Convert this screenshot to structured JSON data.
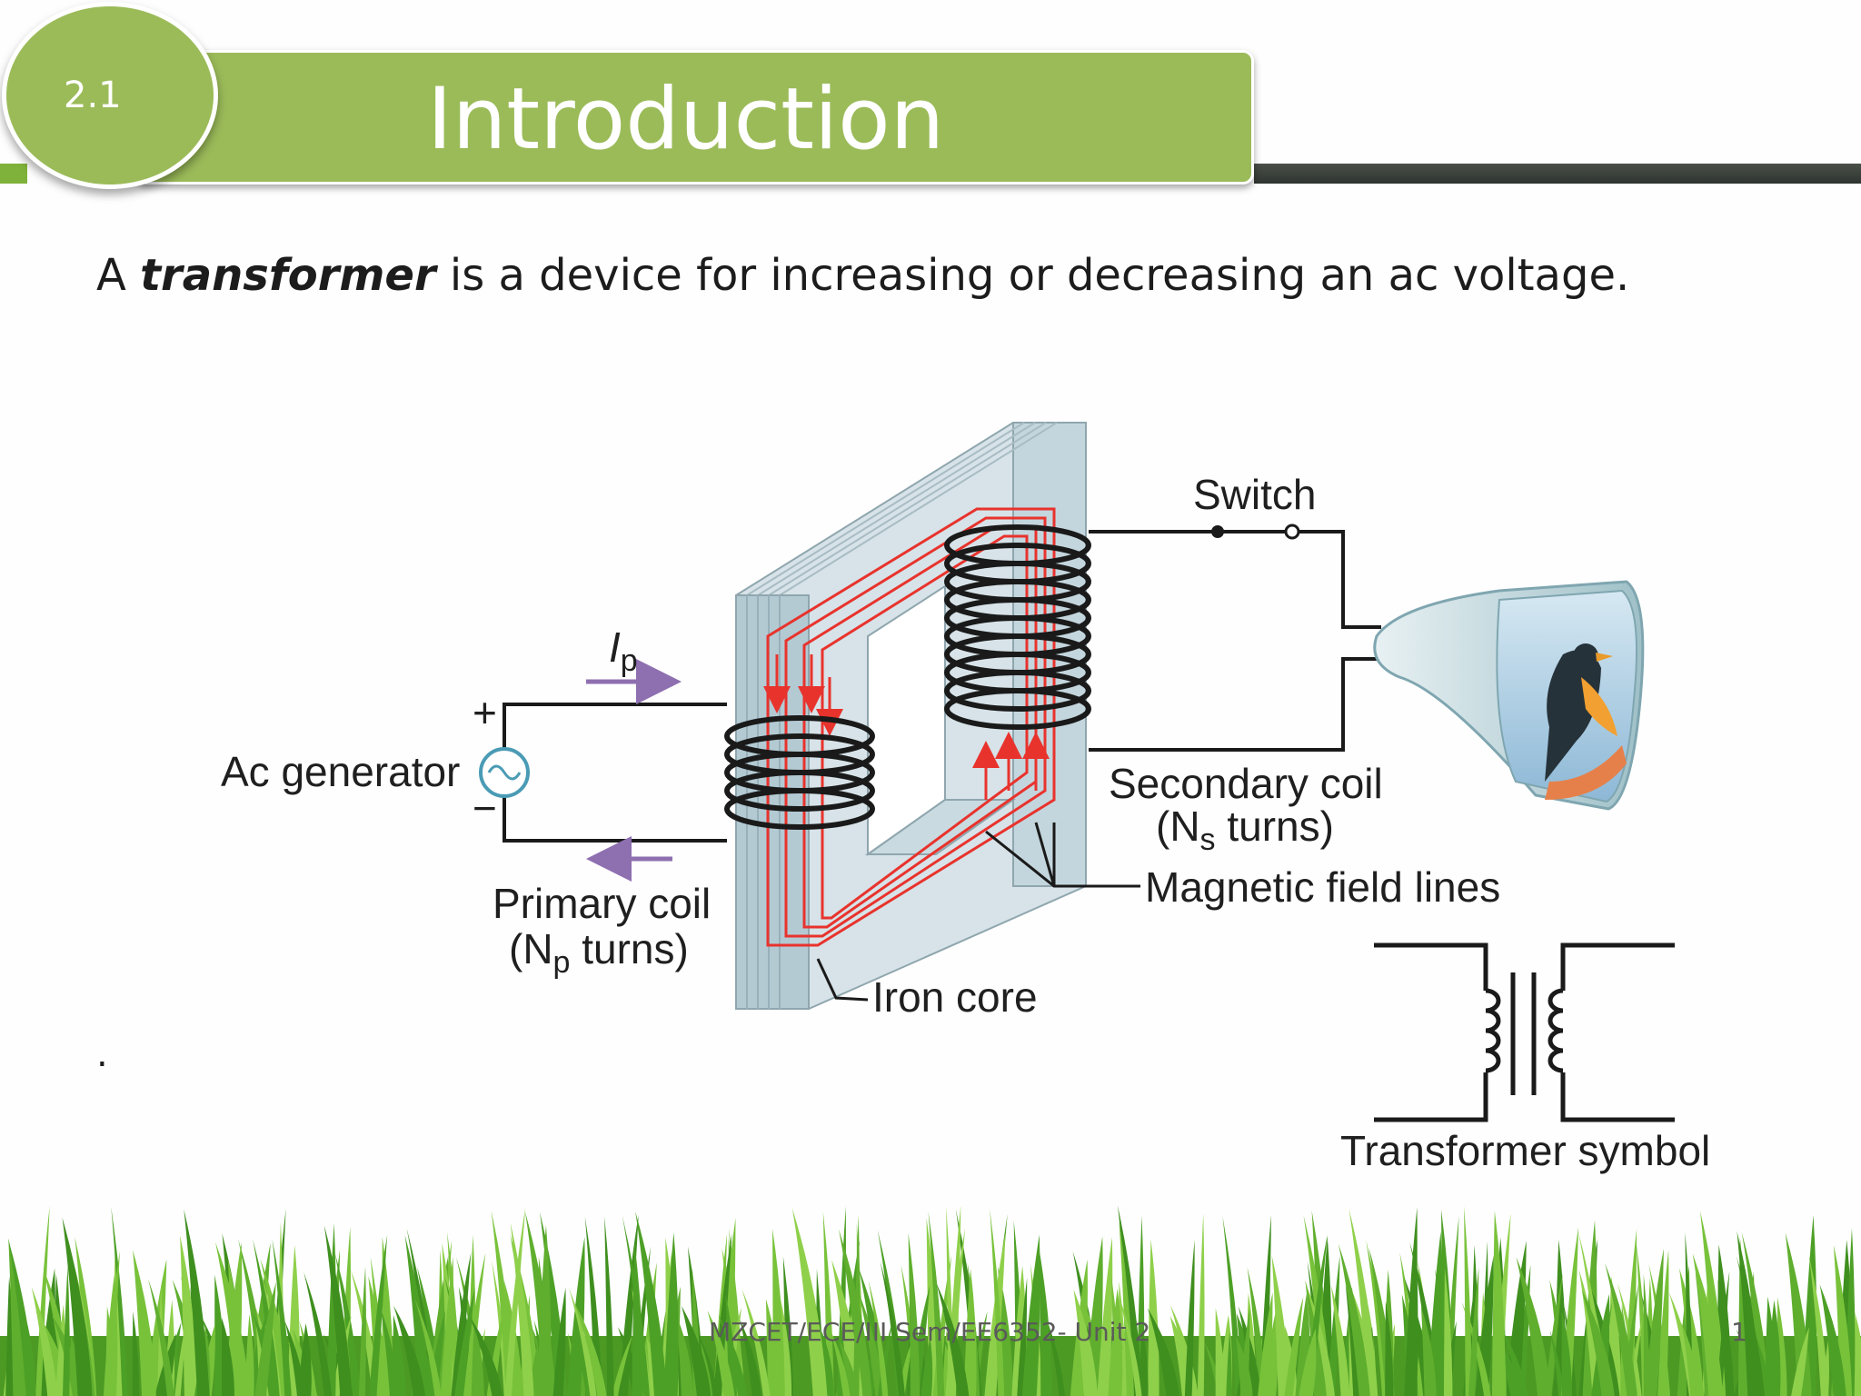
{
  "slide": {
    "section_number": "2.1",
    "title": "Introduction",
    "intro_prefix": "A ",
    "intro_term": "transformer",
    "intro_suffix": " is a device for increasing or decreasing an ac voltage.",
    "bullet": ".",
    "footer": "MZCET/ECE/III Sem/EE6352- Unit 2",
    "page_number": "1"
  },
  "diagram": {
    "labels": {
      "switch": "Switch",
      "current_symbol": "I",
      "current_subscript": "p",
      "plus": "+",
      "minus": "−",
      "ac_generator": "Ac generator",
      "primary_coil": "Primary coil",
      "primary_turns_open": "(N",
      "primary_turns_sub": "p",
      "primary_turns_close": " turns)",
      "secondary_coil": "Secondary coil",
      "secondary_turns_open": "(N",
      "secondary_turns_sub": "s",
      "secondary_turns_close": " turns)",
      "magnetic_field_lines": "Magnetic field lines",
      "iron_core": "Iron core",
      "transformer_symbol": "Transformer symbol"
    },
    "colors": {
      "core_face": "#b9cfd8",
      "core_side": "#d7e3e8",
      "field_lines": "#e8332d",
      "wire": "#1a1a1a",
      "banner_green": "#9bbb59",
      "grass_green": "#5fae2e",
      "current_arrow": "#8e6fb0"
    }
  }
}
